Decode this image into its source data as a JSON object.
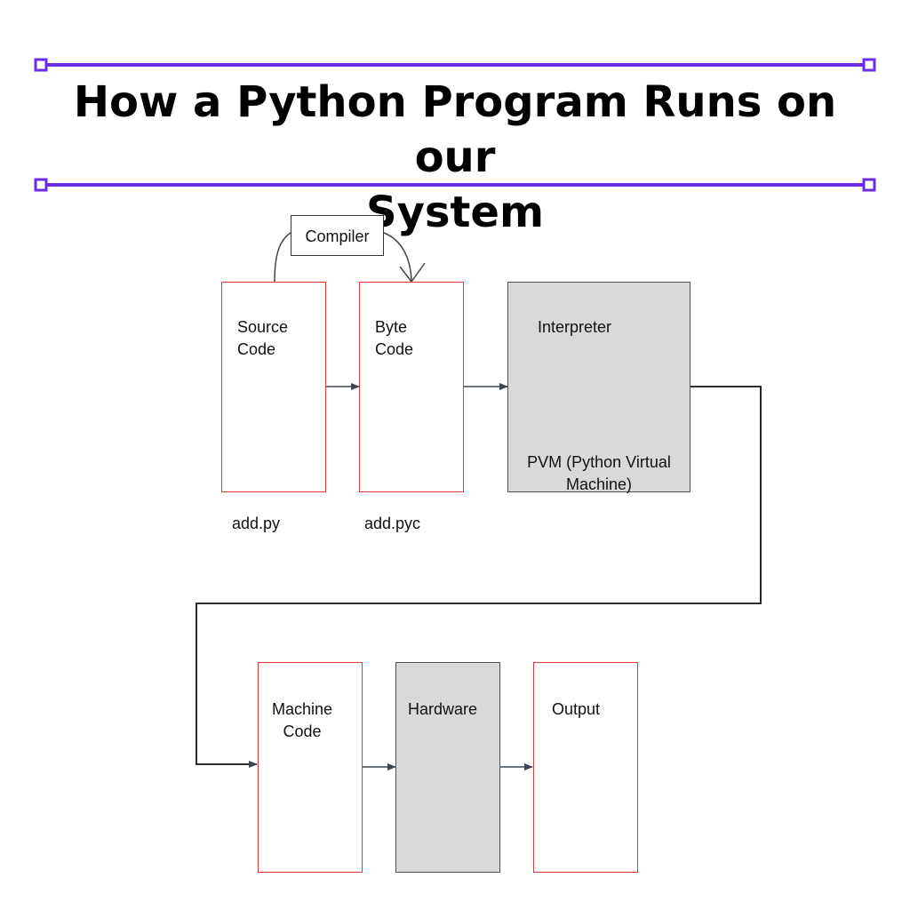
{
  "title": {
    "line1": "How  a Python Program Runs on  our",
    "line2": "System"
  },
  "colors": {
    "accent": "#6a2ee6",
    "box_border_red": "#e23b3b",
    "box_gray_fill": "#d9d9d9",
    "arrow": "#3b4652"
  },
  "diagram": {
    "compiler": "Compiler",
    "source_code": {
      "line1": "Source",
      "line2": "Code"
    },
    "byte_code": {
      "line1": "Byte",
      "line2": "Code"
    },
    "interpreter": "Interpreter",
    "pvm": {
      "line1": "PVM (Python Virtual",
      "line2": "Machine)"
    },
    "source_file": "add.py",
    "byte_file": "add.pyc",
    "machine_code": {
      "line1": "Machine",
      "line2": "Code"
    },
    "hardware": "Hardware",
    "output": "Output"
  }
}
